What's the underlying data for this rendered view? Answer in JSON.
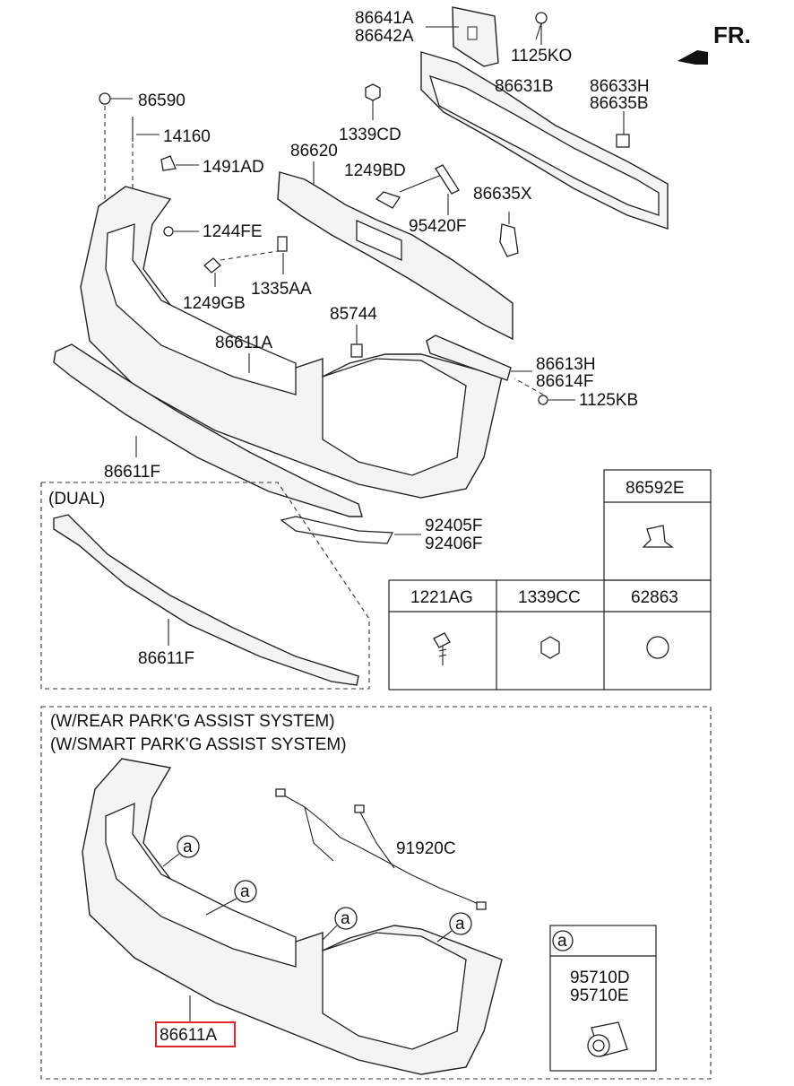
{
  "direction_label": "FR.",
  "part_labels": {
    "p86641A": "86641A",
    "p86642A": "86642A",
    "p1125KO": "1125KO",
    "p86590": "86590",
    "p14160": "14160",
    "p1491AD": "1491AD",
    "p1244FE": "1244FE",
    "p1249GB": "1249GB",
    "p1335AA": "1335AA",
    "p1339CD": "1339CD",
    "p86631B": "86631B",
    "p86633H": "86633H",
    "p86635B": "86635B",
    "p86620": "86620",
    "p1249BD": "1249BD",
    "p95420F": "95420F",
    "p86635X": "86635X",
    "p85744": "85744",
    "p86611A": "86611A",
    "p86613H": "86613H",
    "p86614F": "86614F",
    "p1125KB": "1125KB",
    "p86611F": "86611F",
    "p92405F": "92405F",
    "p92406F": "92406F",
    "dual_86611F": "86611F",
    "p91920C": "91920C",
    "lower_86611A": "86611A"
  },
  "dual_section": {
    "title": "(DUAL)"
  },
  "park_assist_section": {
    "title_1": "(W/REAR PARK'G ASSIST SYSTEM)",
    "title_2": "(W/SMART PARK'G ASSIST SYSTEM)",
    "callout": "a"
  },
  "hardware_table": {
    "top_cell": "86592E",
    "cells": [
      "1221AG",
      "1339CC",
      "62863"
    ]
  },
  "sensor_box": {
    "callout": "a",
    "part_1": "95710D",
    "part_2": "95710E"
  },
  "colors": {
    "highlight": "#e0262b",
    "line": "#222222"
  }
}
